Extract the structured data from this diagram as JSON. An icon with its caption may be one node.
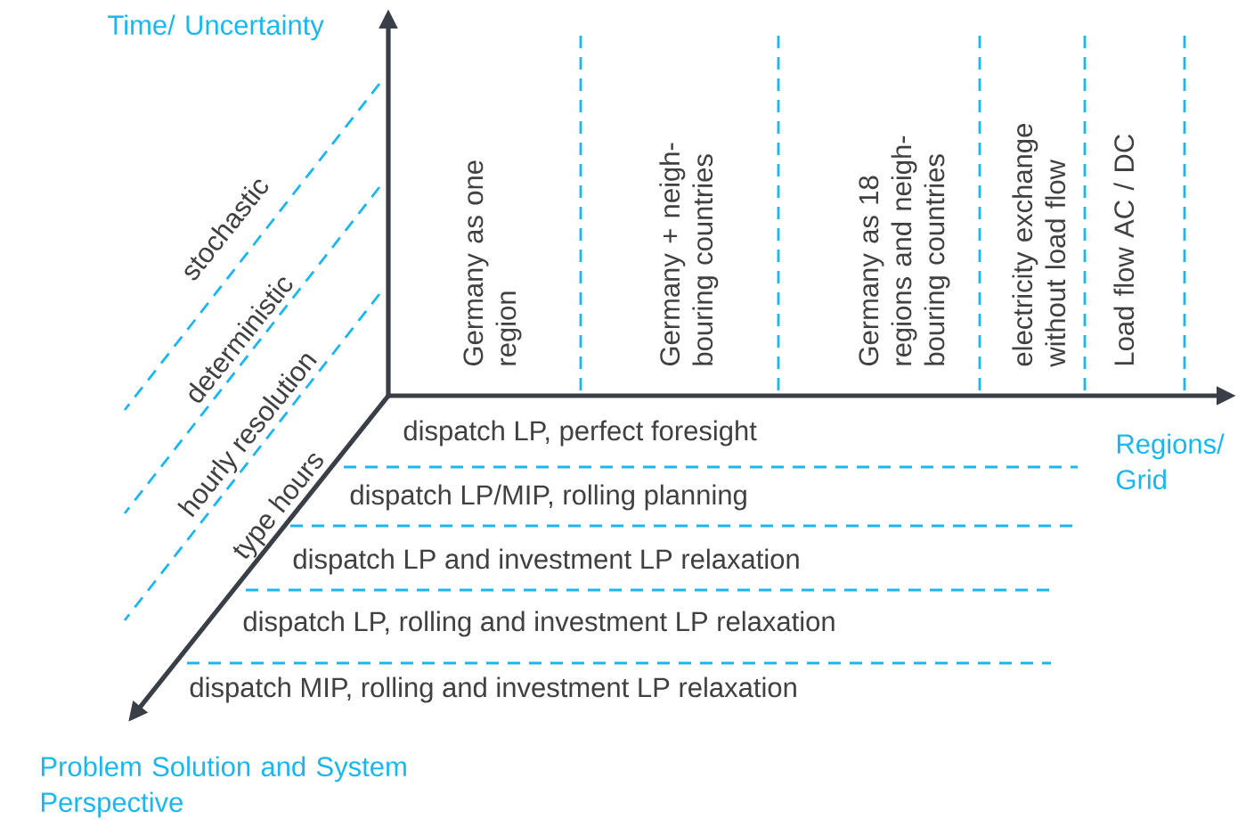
{
  "diagram": {
    "labels": [
      "Time/ Uncertainty",
      "Germany as one region",
      "Germany + neigh- bouring countries",
      "Germany as 18 regions and neigh- bouring countries",
      "electricity exchange without load flow",
      "Load flow AC / DC",
      "stochastic",
      "deterministic",
      "hourly resolution",
      "type hours",
      "Regions/ Grid",
      "dispatch LP, perfect foresight",
      "dispatch LP/MIP,  rolling planning",
      "dispatch LP and investment LP relaxation",
      "dispatch LP, rolling and investment LP relaxation",
      "dispatch MIP, rolling and investment LP relaxation",
      "Problem Solution and System Perspective"
    ]
  }
}
